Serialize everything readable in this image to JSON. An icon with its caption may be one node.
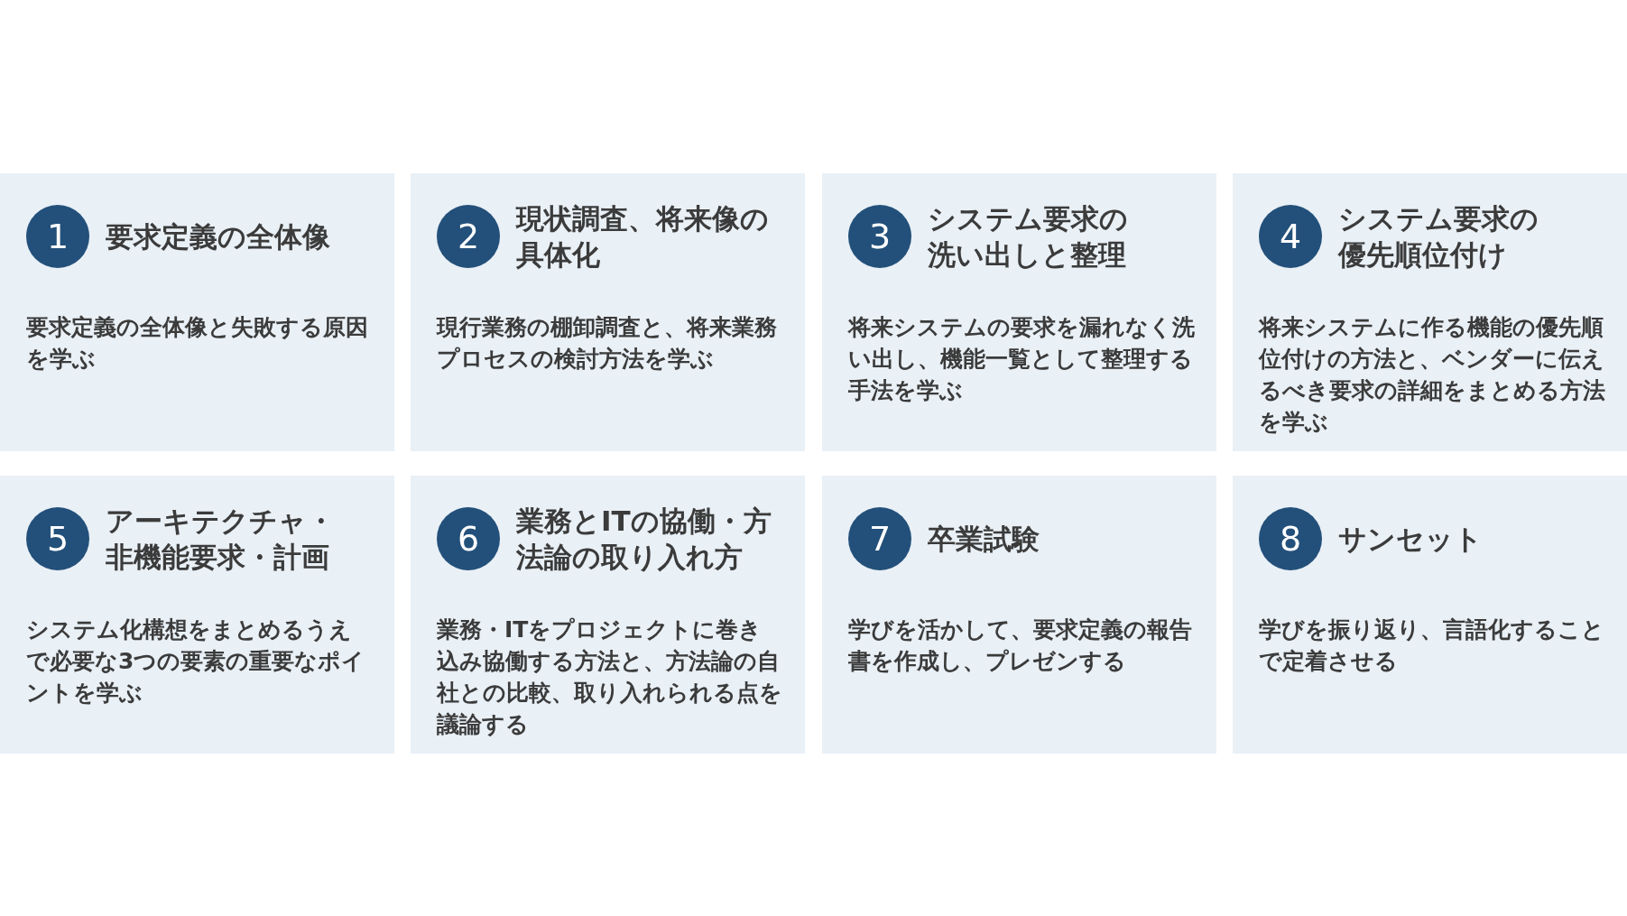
{
  "diagram": {
    "nodes": [
      {
        "text": [
          "要求定義の全体像",
          "要求定義の全体像と失敗する原因を学ぶ"
        ]
      },
      {
        "text": [
          "1"
        ],
        "in": 0
      },
      {
        "text": [
          "現状調査、将来像の具体化",
          "現行業務の棚卸調査と、将来業務プロセスの検討方法を学ぶ"
        ]
      },
      {
        "text": [
          "2"
        ],
        "in": 2
      },
      {
        "text": [
          "システム要求の洗い出しと整理",
          "将来システムの要求を漏れなく洗い出し、機能一覧として整理する手法を学ぶ"
        ]
      },
      {
        "text": [
          "3"
        ],
        "in": 4
      },
      {
        "text": [
          "システム要求の優先順位付け",
          "将来システムに作る機能の優先順位付けの方法と、ベンダーに伝えるべき要求の詳細をまとめる方法を学ぶ"
        ]
      },
      {
        "text": [
          "4"
        ],
        "in": 6
      },
      {
        "text": [
          "アーキテクチャ・非機能要求・計画",
          "システム化構想をまとめるうえで必要な3つの要素の重要なポイントを学ぶ"
        ]
      },
      {
        "text": [
          "5"
        ],
        "in": 8
      },
      {
        "text": [
          "業務とITの協働・方法論の取り入れ方",
          "業務・ITをプロジェクトに巻き込み協働する方法と、方法論の自社との比較、取り入れられる点を議論する"
        ]
      },
      {
        "text": [
          "6"
        ],
        "in": 10
      },
      {
        "text": [
          "卒業試験",
          "学びを活かして、要求定義の報告書を作成し、プレゼンする"
        ]
      },
      {
        "text": [
          "7"
        ],
        "in": 12
      },
      {
        "text": [
          "サンセット",
          "学びを振り返り、言語化することで定着させる"
        ]
      },
      {
        "text": [
          "8"
        ],
        "in": 14
      }
    ]
  }
}
